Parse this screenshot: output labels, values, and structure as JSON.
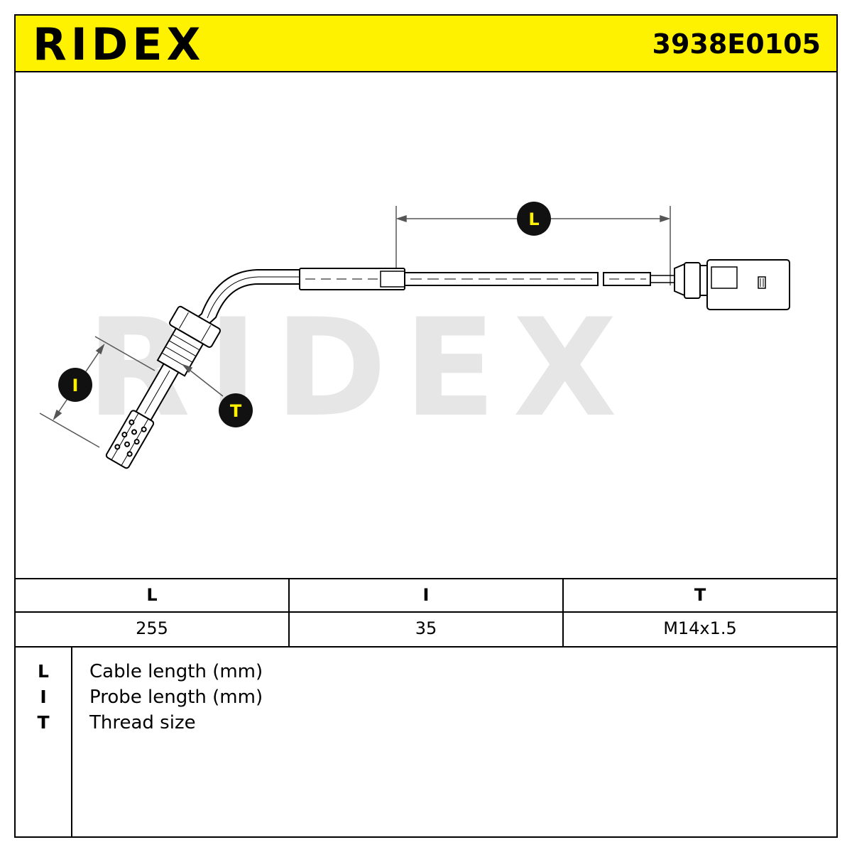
{
  "header": {
    "brand": "RIDEX",
    "part_number": "3938E0105",
    "background_color": "#fff200"
  },
  "drawing": {
    "watermark": "RIDEX",
    "labels": {
      "L": "L",
      "I": "I",
      "T": "T"
    },
    "label_fill": "#111111",
    "label_text_color": "#fff200"
  },
  "spec_table": {
    "headers": [
      "L",
      "I",
      "T"
    ],
    "values": [
      "255",
      "35",
      "M14x1.5"
    ]
  },
  "legend": [
    {
      "key": "L",
      "description": "Cable length (mm)"
    },
    {
      "key": "I",
      "description": "Probe length (mm)"
    },
    {
      "key": "T",
      "description": "Thread size"
    }
  ]
}
